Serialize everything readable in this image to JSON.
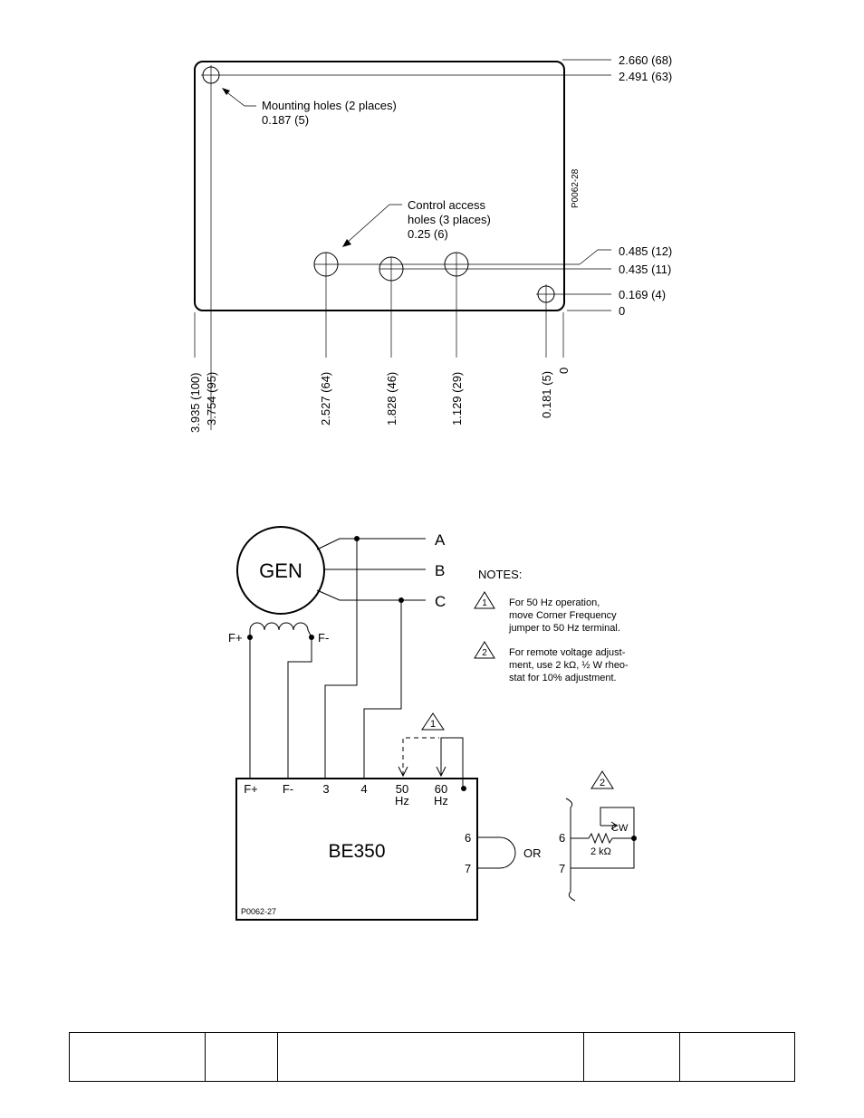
{
  "mounting": {
    "dims_right": [
      "2.660 (68)",
      "2.491 (63)",
      "0.485 (12)",
      "0.435 (11)",
      "0.169 (4)",
      "0"
    ],
    "dims_bottom": [
      "3.935 (100)",
      "3.754 (95)",
      "2.527 (64)",
      "1.828 (46)",
      "1.129 (29)",
      "0.181 (5)",
      "0"
    ],
    "mounting_holes_label": [
      "Mounting holes (2 places)",
      "0.187 (5)"
    ],
    "control_holes_label": [
      "Control access",
      "holes (3 places)",
      "0.25 (6)"
    ],
    "figure_id": "P0062-28"
  },
  "wiring": {
    "generator_label": "GEN",
    "phases": [
      "A",
      "B",
      "C"
    ],
    "field_labels": [
      "F+",
      "F-"
    ],
    "terminal_labels": [
      "F+",
      "F-",
      "3",
      "4",
      "50",
      "Hz",
      "60",
      "Hz"
    ],
    "device_label": "BE350",
    "side_terminals": [
      "6",
      "7"
    ],
    "or_label": "OR",
    "rheostat": {
      "terminals": [
        "6",
        "7"
      ],
      "cw_label": "CW",
      "value_label": "2 kΩ"
    },
    "note_marker_1": "1",
    "note_marker_2": "2",
    "figure_id": "P0062-27"
  },
  "notes": {
    "title": "NOTES:",
    "items": [
      {
        "num": "1",
        "lines": [
          "For 50 Hz operation,",
          "move Corner Frequency",
          "jumper to 50 Hz terminal."
        ]
      },
      {
        "num": "2",
        "lines": [
          "For remote voltage adjust-",
          "ment, use 2 kΩ, ½ W rheo-",
          "stat for 10% adjustment."
        ]
      }
    ]
  }
}
